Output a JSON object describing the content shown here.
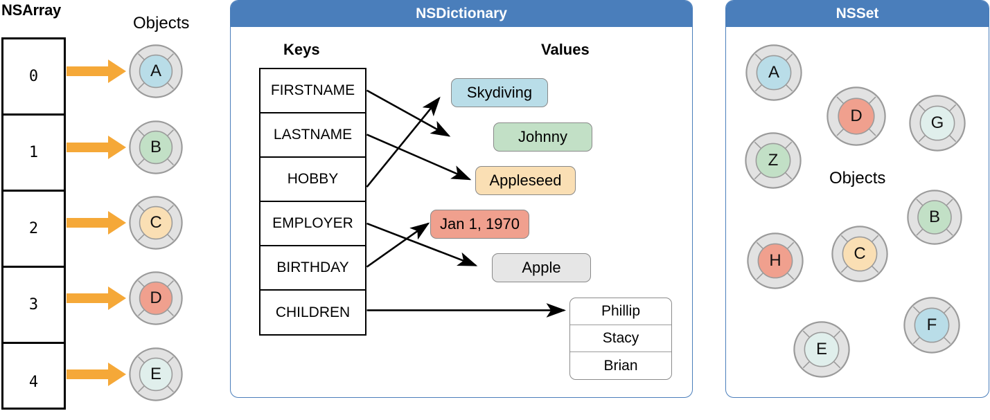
{
  "array": {
    "title": "NSArray",
    "objects_label": "Objects",
    "indices": [
      "0",
      "1",
      "2",
      "3",
      "4"
    ],
    "objects": [
      {
        "letter": "A",
        "color": "#b9dde8"
      },
      {
        "letter": "B",
        "color": "#c2e0c6"
      },
      {
        "letter": "C",
        "color": "#fadfb4"
      },
      {
        "letter": "D",
        "color": "#f0a08e"
      },
      {
        "letter": "E",
        "color": "#e0efec"
      }
    ],
    "arrow_color": "#f5a838"
  },
  "dictionary": {
    "title": "NSDictionary",
    "keys_label": "Keys",
    "values_label": "Values",
    "keys": [
      "FIRSTNAME",
      "LASTNAME",
      "HOBBY",
      "EMPLOYER",
      "BIRTHDAY",
      "CHILDREN"
    ],
    "values": [
      {
        "text": "Skydiving",
        "color": "#b9dde8"
      },
      {
        "text": "Johnny",
        "color": "#c2e0c6"
      },
      {
        "text": "Appleseed",
        "color": "#fadfb4"
      },
      {
        "text": "Jan 1, 1970",
        "color": "#f0a08e"
      },
      {
        "text": "Apple",
        "color": "#e6e6e6"
      }
    ],
    "children": [
      "Phillip",
      "Stacy",
      "Brian"
    ],
    "mappings": [
      {
        "key": "FIRSTNAME",
        "value": "Johnny"
      },
      {
        "key": "LASTNAME",
        "value": "Appleseed"
      },
      {
        "key": "HOBBY",
        "value": "Skydiving"
      },
      {
        "key": "EMPLOYER",
        "value": "Apple"
      },
      {
        "key": "BIRTHDAY",
        "value": "Jan 1, 1970"
      },
      {
        "key": "CHILDREN",
        "value": "Phillip / Stacy / Brian"
      }
    ]
  },
  "set": {
    "title": "NSSet",
    "objects_label": "Objects",
    "objects": [
      {
        "letter": "A",
        "color": "#b9dde8"
      },
      {
        "letter": "D",
        "color": "#f0a08e"
      },
      {
        "letter": "G",
        "color": "#e0efec"
      },
      {
        "letter": "Z",
        "color": "#c2e0c6"
      },
      {
        "letter": "B",
        "color": "#c2e0c6"
      },
      {
        "letter": "H",
        "color": "#f0a08e"
      },
      {
        "letter": "C",
        "color": "#fadfb4"
      },
      {
        "letter": "F",
        "color": "#b9dde8"
      },
      {
        "letter": "E",
        "color": "#e0efec"
      }
    ]
  },
  "theme": {
    "panel_header_bg": "#4a7ebb",
    "panel_border": "#4a7ebb",
    "object_ring": "#e2e2e2",
    "object_stroke": "#9b9b9b"
  }
}
